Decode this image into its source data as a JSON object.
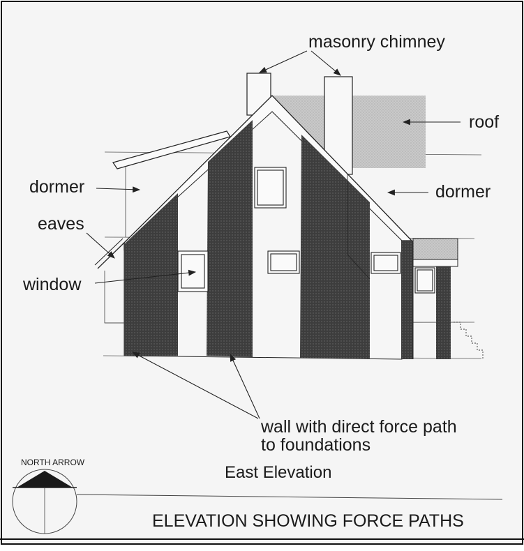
{
  "labels": {
    "chimney": "masonry chimney",
    "roof": "roof",
    "dormer_left": "dormer",
    "dormer_right": "dormer",
    "eaves": "eaves",
    "window": "window",
    "wall_line1": "wall with direct force path",
    "wall_line2": "to foundations"
  },
  "north_arrow": "NORTH ARROW",
  "view_caption": "East Elevation",
  "drawing_title": "ELEVATION SHOWING FORCE PATHS",
  "colors": {
    "hatch_dark": "#3a3a3a",
    "hatch_light": "#bdbdbd",
    "paper": "#f4f4f4",
    "line": "#222222"
  }
}
